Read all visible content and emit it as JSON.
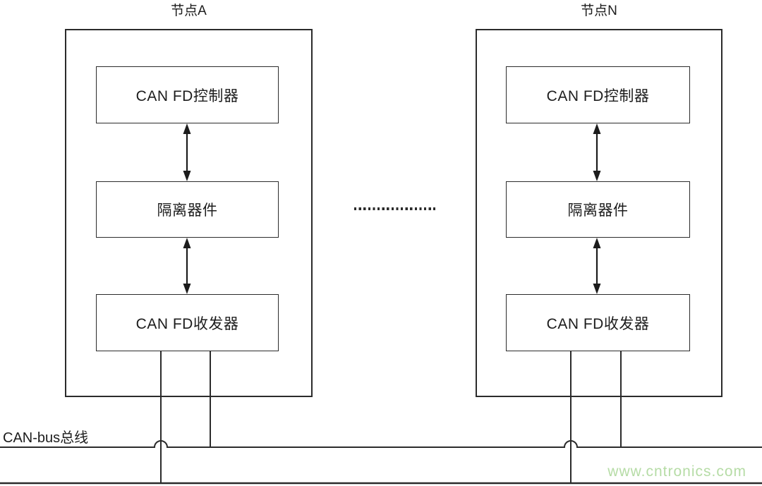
{
  "diagram": {
    "line_color": "#2b2b2b",
    "nodes": [
      {
        "title": "节点A",
        "blocks": [
          {
            "label": "CAN FD控制器"
          },
          {
            "label": "隔离器件"
          },
          {
            "label": "CAN FD收发器"
          }
        ]
      },
      {
        "title": "节点N",
        "blocks": [
          {
            "label": "CAN FD控制器"
          },
          {
            "label": "隔离器件"
          },
          {
            "label": "CAN FD收发器"
          }
        ]
      }
    ],
    "bus_label": "CAN-bus总线",
    "watermark": {
      "text": "www.cntronics.com",
      "color": "#b6dca6"
    }
  }
}
